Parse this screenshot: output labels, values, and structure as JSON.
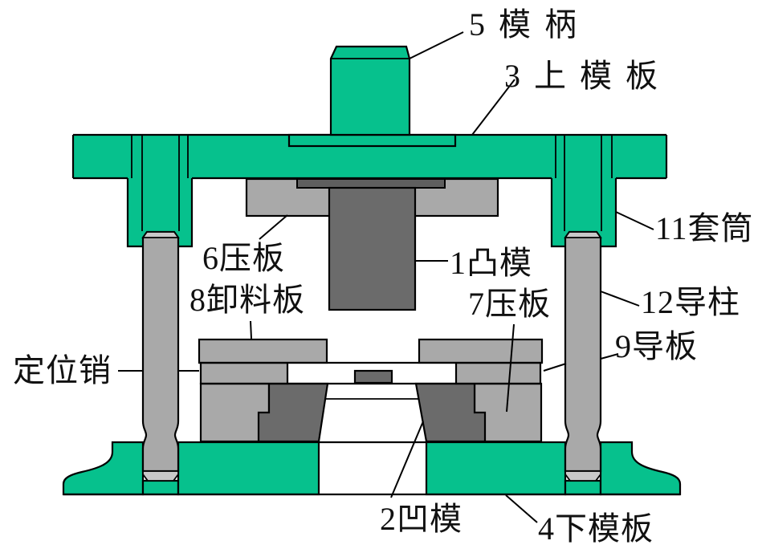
{
  "figure": {
    "type": "die-assembly-cross-section",
    "labels": {
      "punch": "1凸模",
      "die": "2凹模",
      "upper_plate": "3上模板",
      "lower_plate": "4下模板",
      "shank": "5模柄",
      "clamp_plate_6": "6压板",
      "clamp_plate_7": "7压板",
      "stripper_plate": "8卸料板",
      "guide_plate": "9导板",
      "sleeve": "11套筒",
      "guide_pillar": "12导柱",
      "locating_pin": "定位销"
    },
    "colors": {
      "part_green": "#06c18d",
      "part_grey": "#a9a9a9",
      "part_dark": "#6b6b6b",
      "part_flange": "#5f5f5f",
      "part_light": "#c9c9c9",
      "outline": "#000000",
      "background": "#ffffff"
    }
  }
}
